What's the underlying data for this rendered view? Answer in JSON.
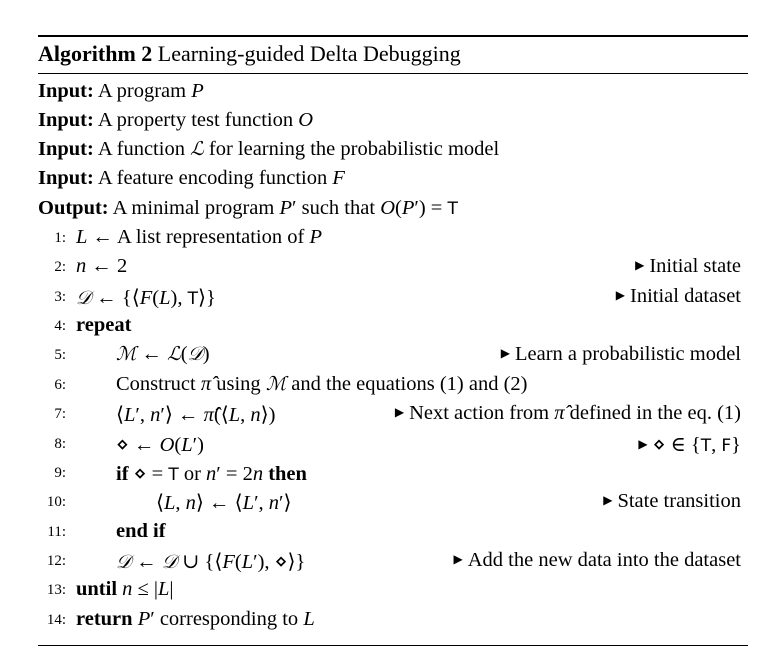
{
  "algorithm": {
    "label": "Algorithm 2",
    "title": "Learning-guided Delta Debugging"
  },
  "header": [
    {
      "keyword": "Input:",
      "text": "A program P"
    },
    {
      "keyword": "Input:",
      "text": "A property test function O"
    },
    {
      "keyword": "Input:",
      "text": "A function ℒ for learning the probabilistic model"
    },
    {
      "keyword": "Input:",
      "text": "A feature encoding function F"
    },
    {
      "keyword": "Output:",
      "text": "A minimal program P′ such that O(P′) = T"
    }
  ],
  "lines": [
    {
      "num": "1:",
      "text": "L ← A list representation of P",
      "comment": ""
    },
    {
      "num": "2:",
      "text": "n ← 2",
      "comment": "Initial state"
    },
    {
      "num": "3:",
      "text": "𝒟 ← {⟨F(L), T⟩}",
      "comment": "Initial dataset"
    },
    {
      "num": "4:",
      "text": "repeat",
      "comment": ""
    },
    {
      "num": "5:",
      "text": "ℳ ← ℒ(𝒟)",
      "comment": "Learn a probabilistic model"
    },
    {
      "num": "6:",
      "text": "Construct π̂ using ℳ and the equations (1) and (2)",
      "comment": ""
    },
    {
      "num": "7:",
      "text": "⟨L′, n′⟩ ← π̂(⟨L, n⟩)",
      "comment": "Next action from π̂ defined in the eq. (1)"
    },
    {
      "num": "8:",
      "text": "⋄ ← O(L′)",
      "comment": "⋄ ∈ {T, F}"
    },
    {
      "num": "9:",
      "text": "if ⋄ = T or n′ = 2n then",
      "comment": ""
    },
    {
      "num": "10:",
      "text": "⟨L, n⟩ ← ⟨L′, n′⟩",
      "comment": "State transition"
    },
    {
      "num": "11:",
      "text": "end if",
      "comment": ""
    },
    {
      "num": "12:",
      "text": "𝒟 ← 𝒟 ∪ {⟨F(L′), ⋄⟩}",
      "comment": "Add the new data into the dataset"
    },
    {
      "num": "13:",
      "text": "until n ≤ |L|",
      "comment": ""
    },
    {
      "num": "14:",
      "text": "return P′ corresponding to L",
      "comment": ""
    }
  ]
}
